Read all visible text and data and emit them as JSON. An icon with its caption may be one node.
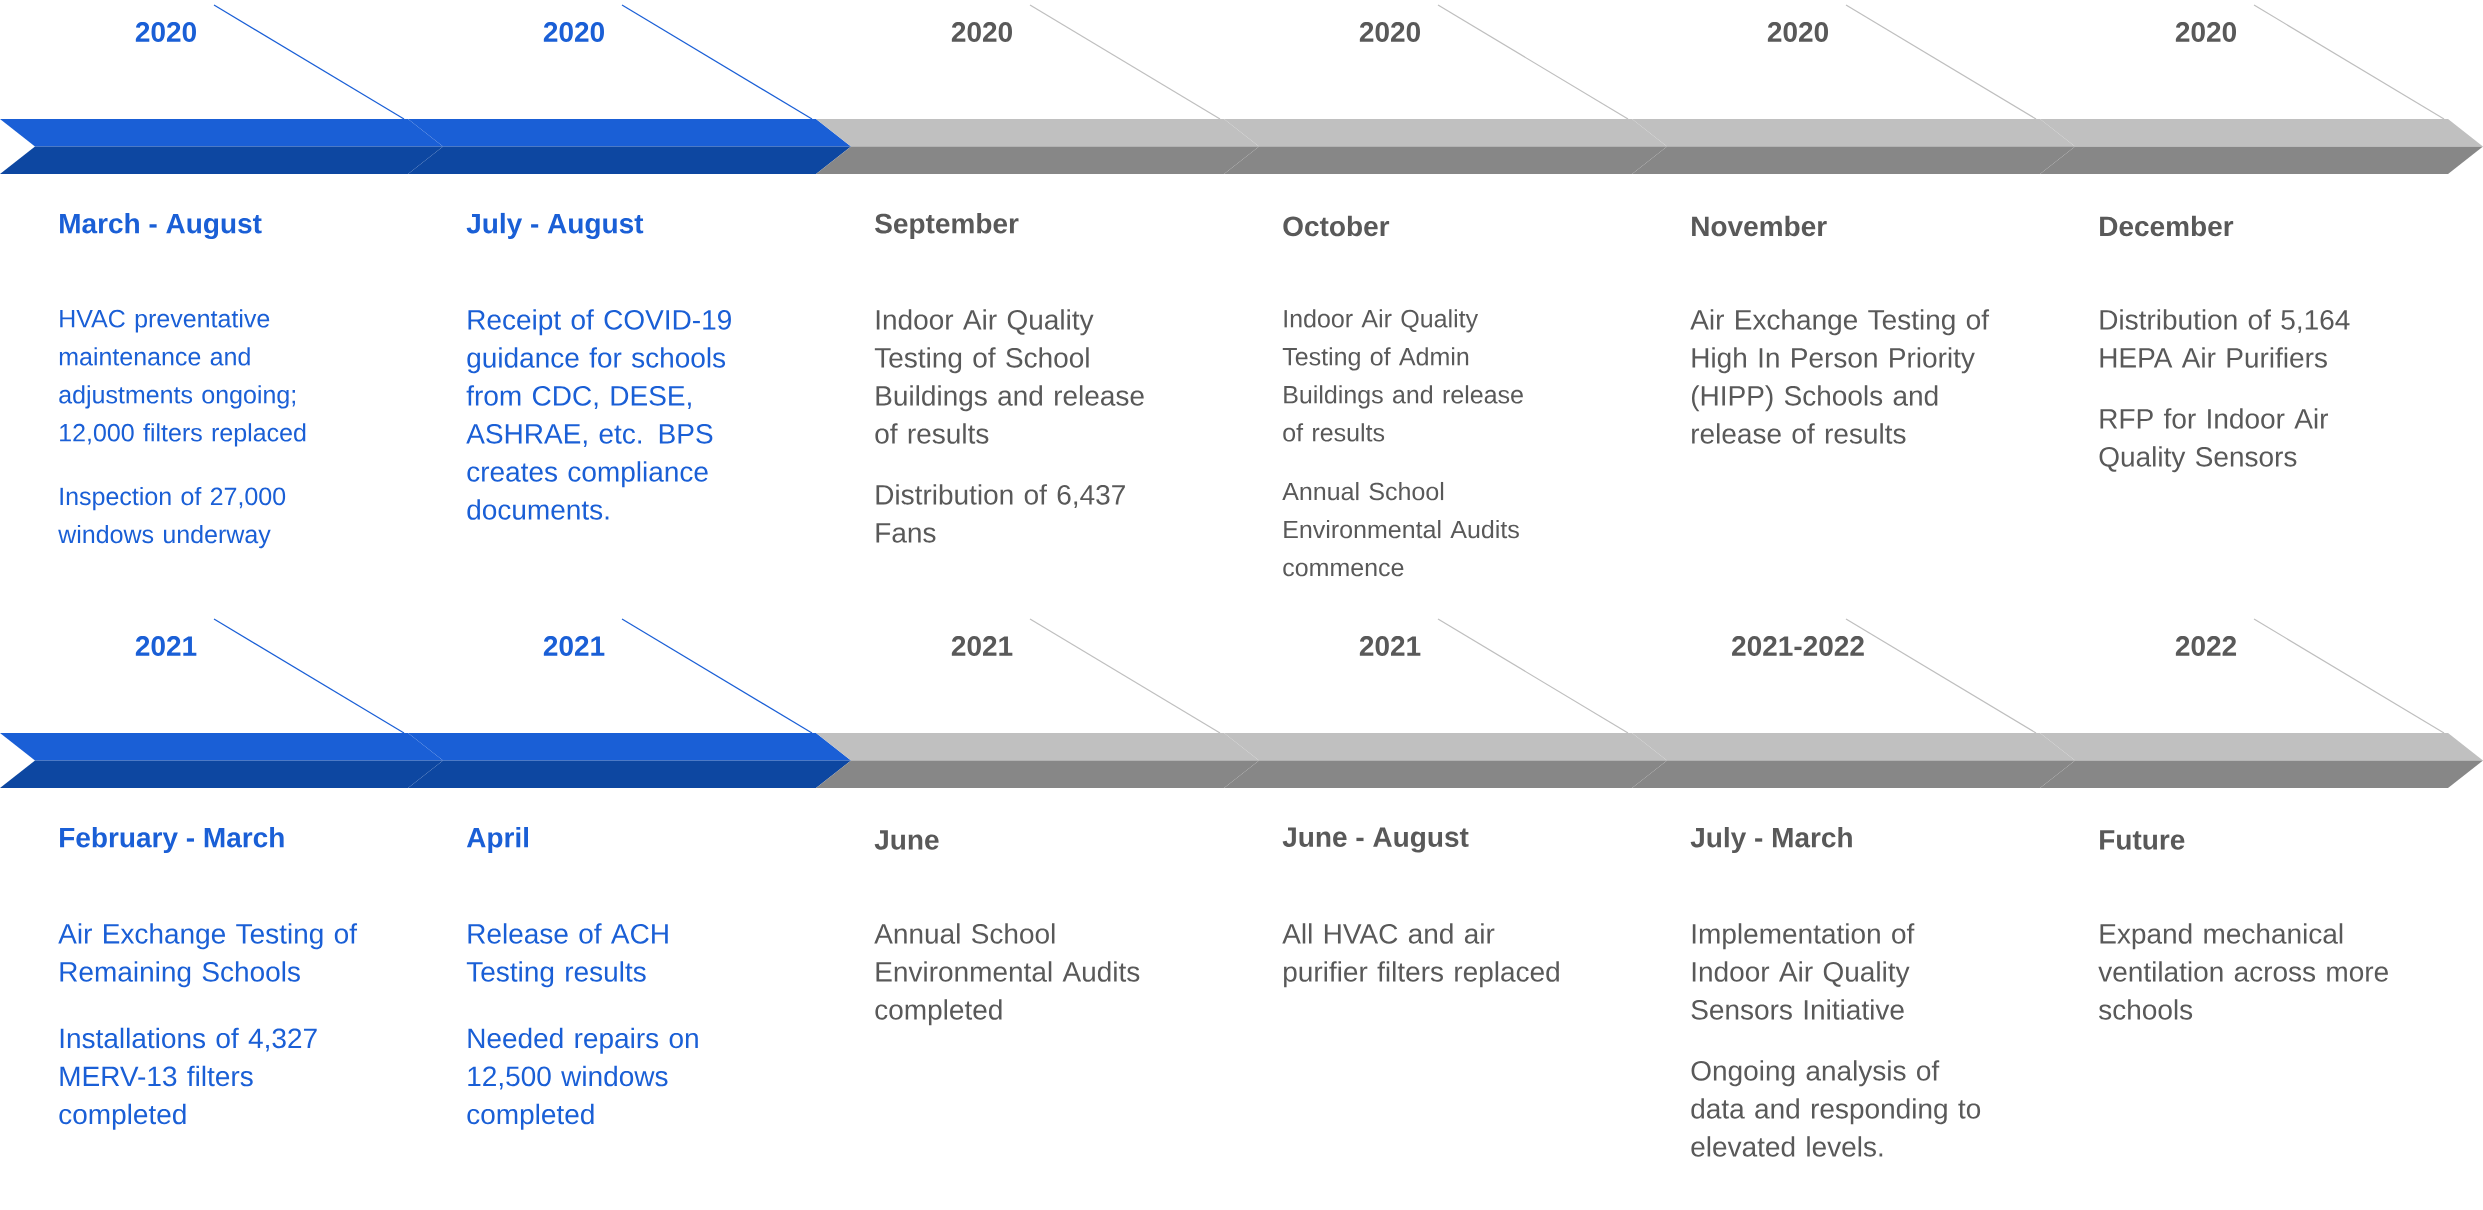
{
  "diagram": {
    "nodes": [
      {
        "text": [
          "2020",
          "March - August",
          "HVAC preventative maintenance and adjustments ongoing; 12,000 filters replaced",
          "Inspection of 27,000 windows underway"
        ]
      },
      {
        "text": [
          "2020",
          "July - August",
          "Receipt of COVID-19 guidance for schools from CDC, DESE, ASHRAE, etc. BPS creates compliance documents."
        ]
      },
      {
        "text": [
          "2020",
          "September",
          "Indoor Air Quality Testing of School Buildings and release of results",
          "Distribution of 6,437 Fans"
        ]
      },
      {
        "text": [
          "2020",
          "October",
          "Indoor Air Quality Testing of Admin Buildings and release of results",
          "Annual School Environmental Audits commence"
        ]
      },
      {
        "text": [
          "2020",
          "November",
          "Air Exchange Testing of High In Person Priority (HIPP) Schools and release of results"
        ]
      },
      {
        "text": [
          "2020",
          "December",
          "Distribution of 5,164 HEPA Air Purifiers",
          "RFP for Indoor Air Quality Sensors"
        ]
      },
      {
        "text": [
          "2021",
          "February - March",
          "Air Exchange Testing of Remaining Schools",
          "Installations of 4,327 MERV-13 filters completed"
        ]
      },
      {
        "text": [
          "2021",
          "April",
          "Release of ACH Testing results",
          "Needed repairs on 12,500 windows completed"
        ]
      },
      {
        "text": [
          "2021",
          "June",
          "Annual School Environmental Audits completed"
        ]
      },
      {
        "text": [
          "2021",
          "June - August",
          "All HVAC and air purifier filters replaced"
        ]
      },
      {
        "text": [
          "2021-2022",
          "July - March",
          "Implementation of Indoor Air Quality Sensors Initiative",
          "Ongoing analysis of data and responding to elevated levels."
        ]
      },
      {
        "text": [
          "2022",
          "Future",
          "Expand mechanical ventilation across more schools"
        ]
      }
    ]
  }
}
